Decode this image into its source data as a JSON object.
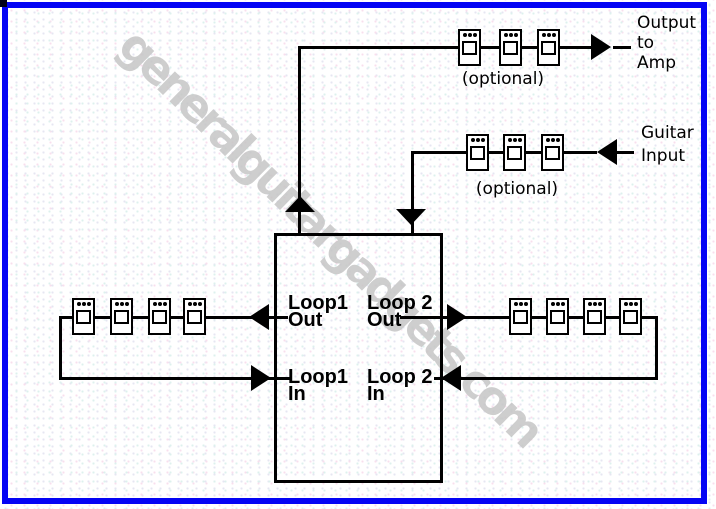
{
  "diagram": {
    "watermark": "generalguitargadgets.com",
    "io_labels": {
      "output": {
        "line1": "Output",
        "line2": "to",
        "line3": "Amp"
      },
      "guitar": {
        "line1": "Guitar",
        "line2": "Input"
      }
    },
    "optional_label_top": "(optional)",
    "optional_label_guitar": "(optional)",
    "switcher_box": {
      "loop1_out": {
        "line1": "Loop1",
        "line2": "Out"
      },
      "loop2_out": {
        "line1": "Loop 2",
        "line2": "Out"
      },
      "loop1_in": {
        "line1": "Loop1",
        "line2": "In"
      },
      "loop2_in": {
        "line1": "Loop 2",
        "line2": "In"
      }
    },
    "pedal_chains": {
      "output_optional": 3,
      "guitar_optional": 3,
      "loop1": 4,
      "loop2": 4
    },
    "icons": {
      "pedal": "effects-pedal-icon",
      "arrow": "signal-flow-arrowhead"
    },
    "colors": {
      "frame": "#0404f4",
      "line": "#000000",
      "watermark": "#c6c6c6",
      "background": "#ffffff",
      "pedal_fill": "#ffffff"
    }
  }
}
